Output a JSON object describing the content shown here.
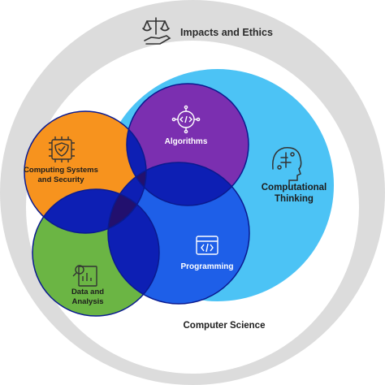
{
  "outer_ring": {
    "label": "Impacts and Ethics",
    "icon": "scales-hand-icon"
  },
  "cs_area": {
    "label": "Computer Science"
  },
  "ct_circle": {
    "line1": "Computational",
    "line2": "Thinking",
    "icon": "head-circuit-icon"
  },
  "circles": {
    "algorithms": {
      "label": "Algorithms",
      "icon": "network-code-icon"
    },
    "computing_systems": {
      "line1": "Computing Systems",
      "line2": "and Security",
      "icon": "shield-chip-icon"
    },
    "programming": {
      "label": "Programming",
      "icon": "code-window-icon"
    },
    "data": {
      "line1": "Data and",
      "line2": "Analysis",
      "icon": "chart-magnifier-icon"
    }
  },
  "colors": {
    "ring": "#dcdcdc",
    "ct": "#4cc3f5",
    "algorithms": "#7b2fb0",
    "computing_systems": "#f7931e",
    "programming": "#1e5fe8",
    "data": "#6bb544",
    "overlap": "#0d1fb4",
    "triple": "#22106e",
    "center": "#000000"
  }
}
